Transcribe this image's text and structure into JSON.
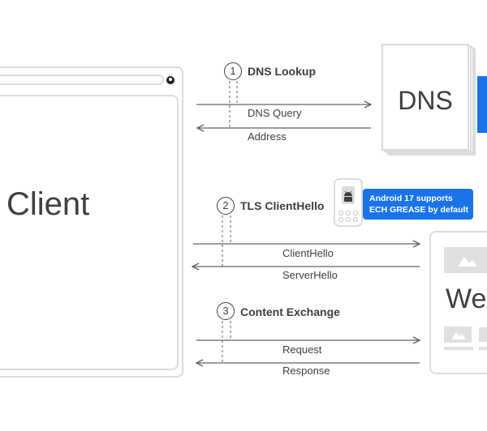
{
  "client": {
    "label": "Client",
    "avatar_icon": "account-circle-icon"
  },
  "dns": {
    "label": "DNS",
    "accent_color": "#1a73e8"
  },
  "website": {
    "label": "Web"
  },
  "steps": [
    {
      "number": "1",
      "title": "DNS Lookup",
      "messages": [
        {
          "label": "DNS Query",
          "direction": "right"
        },
        {
          "label": "Address",
          "direction": "left"
        }
      ]
    },
    {
      "number": "2",
      "title": "TLS ClientHello",
      "messages": [
        {
          "label": "ClientHello",
          "direction": "right"
        },
        {
          "label": "ServerHello",
          "direction": "left"
        }
      ]
    },
    {
      "number": "3",
      "title": "Content Exchange",
      "messages": [
        {
          "label": "Request",
          "direction": "right"
        },
        {
          "label": "Response",
          "direction": "left"
        }
      ]
    }
  ],
  "android_badge": {
    "icon": "android-robot-icon",
    "line1": "Android 17 supports",
    "line2": "ECH GREASE by default",
    "color": "#1a73e8"
  },
  "colors": {
    "line": "#5f6368",
    "border": "#dadce0",
    "text": "#3c4043"
  }
}
